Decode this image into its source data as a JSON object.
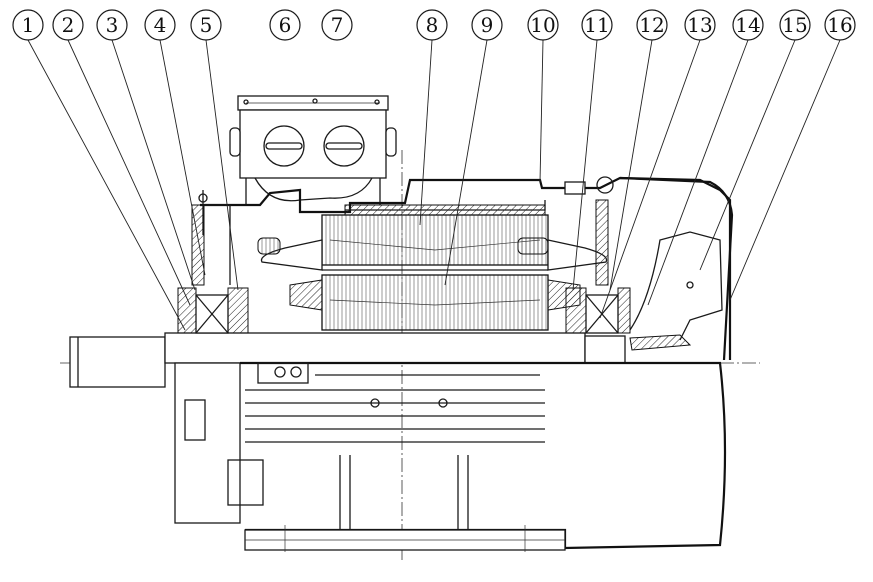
{
  "callouts": [
    {
      "label": "1"
    },
    {
      "label": "2"
    },
    {
      "label": "3"
    },
    {
      "label": "4"
    },
    {
      "label": "5"
    },
    {
      "label": "6"
    },
    {
      "label": "7"
    },
    {
      "label": "8"
    },
    {
      "label": "9"
    },
    {
      "label": "10"
    },
    {
      "label": "11"
    },
    {
      "label": "12"
    },
    {
      "label": "13"
    },
    {
      "label": "14"
    },
    {
      "label": "15"
    },
    {
      "label": "16"
    }
  ],
  "colors": {
    "line": "#1a1a1a",
    "background": "#ffffff"
  }
}
